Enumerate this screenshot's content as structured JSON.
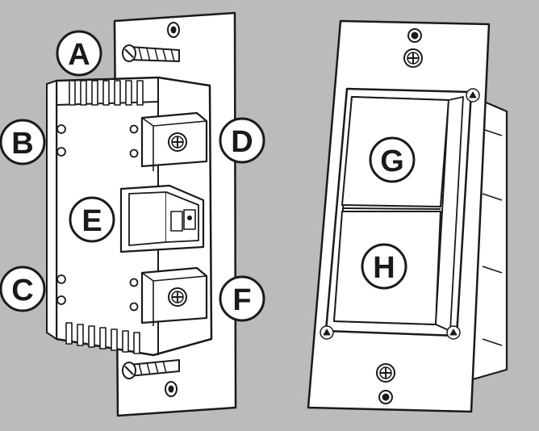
{
  "colors": {
    "background": "#b9bbbd",
    "device_fill": "#ffffff",
    "outline": "#1a1a1a",
    "shade": "#6f7173",
    "dark": "#2a2a2a"
  },
  "labels": {
    "a": "A",
    "b": "B",
    "c": "C",
    "d": "D",
    "e": "E",
    "f": "F",
    "g": "G",
    "h": "H"
  },
  "icons": {
    "screw": "screw-icon",
    "arrow": "triangle-arrow-icon"
  }
}
